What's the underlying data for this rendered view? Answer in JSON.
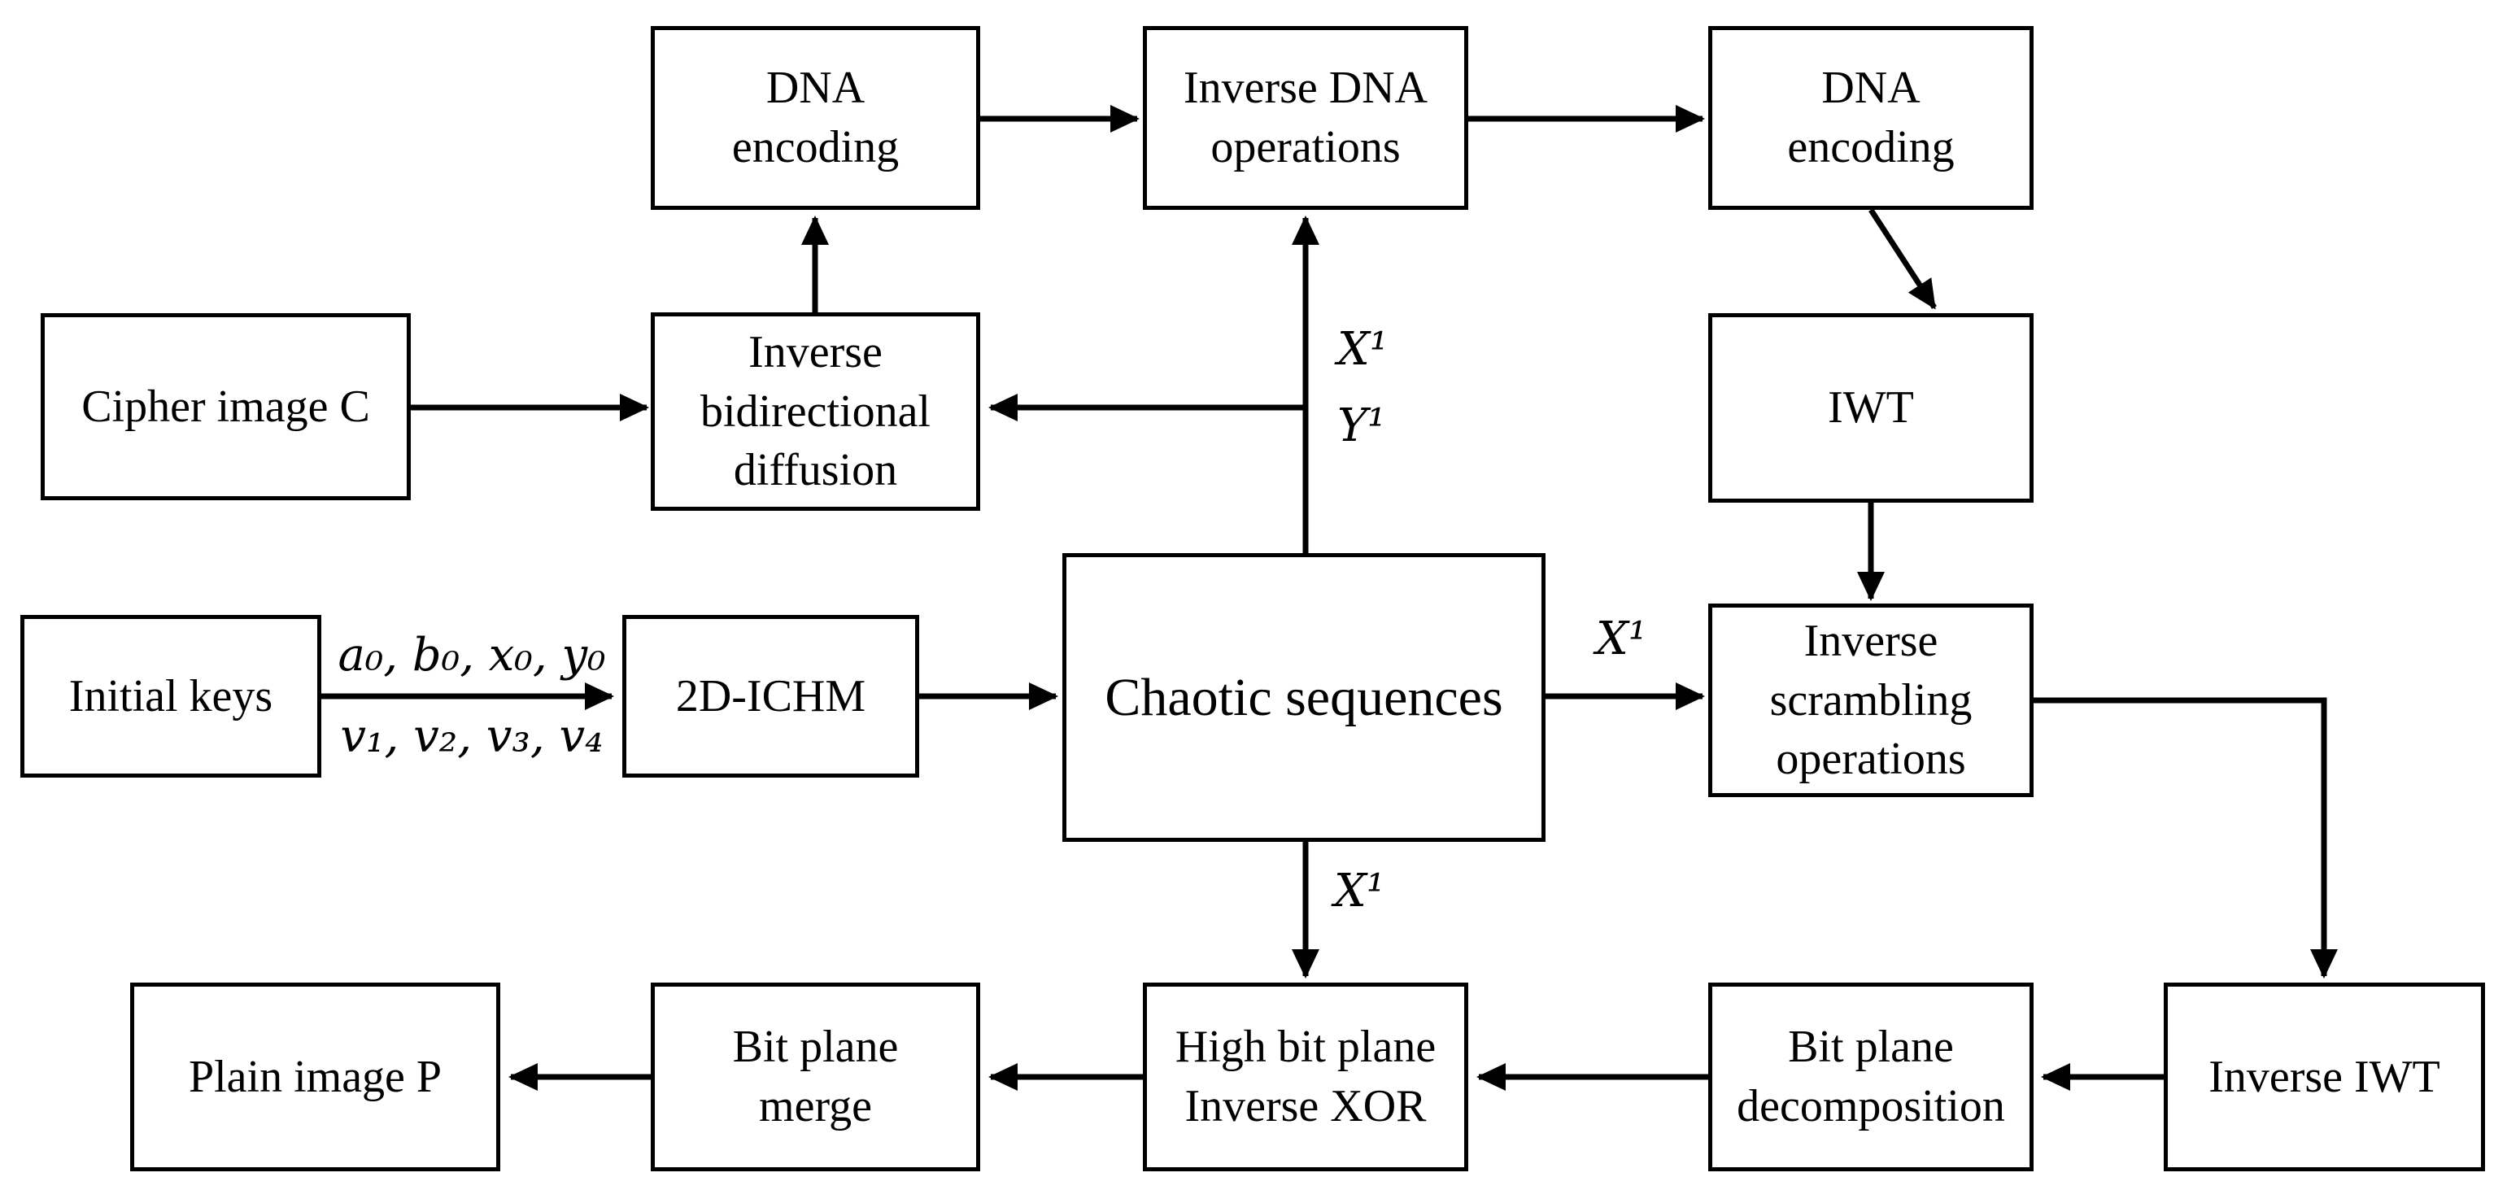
{
  "figure": {
    "background": "#ffffff",
    "ink": "#000000"
  },
  "boxes": {
    "dna_encoding_top_left": "DNA\nencoding",
    "inverse_dna_operations": "Inverse DNA\noperations",
    "dna_encoding_top_right": "DNA\nencoding",
    "cipher_image": "Cipher image C",
    "inverse_bidirectional_diffusion": "Inverse\nbidirectional\ndiffusion",
    "iwt": "IWT",
    "initial_keys": "Initial keys",
    "ichm_2d": "2D-ICHM",
    "chaotic_sequences": "Chaotic sequences",
    "inverse_scrambling_operations": "Inverse\nscrambling\noperations",
    "plain_image": "Plain image P",
    "bit_plane_merge": "Bit plane\nmerge",
    "high_bit_plane_inverse_xor": "High bit plane\nInverse XOR",
    "bit_plane_decomposition": "Bit plane\ndecomposition",
    "inverse_iwt": "Inverse IWT"
  },
  "edge_labels": {
    "x1_upper": "X¹",
    "y1_upper": "Y¹",
    "x1_to_scrambling": "X¹",
    "x1_lower": "X¹",
    "keys_upper": "a₀, b₀, x₀, y₀",
    "keys_lower": "v₁, v₂, v₃, v₄"
  }
}
